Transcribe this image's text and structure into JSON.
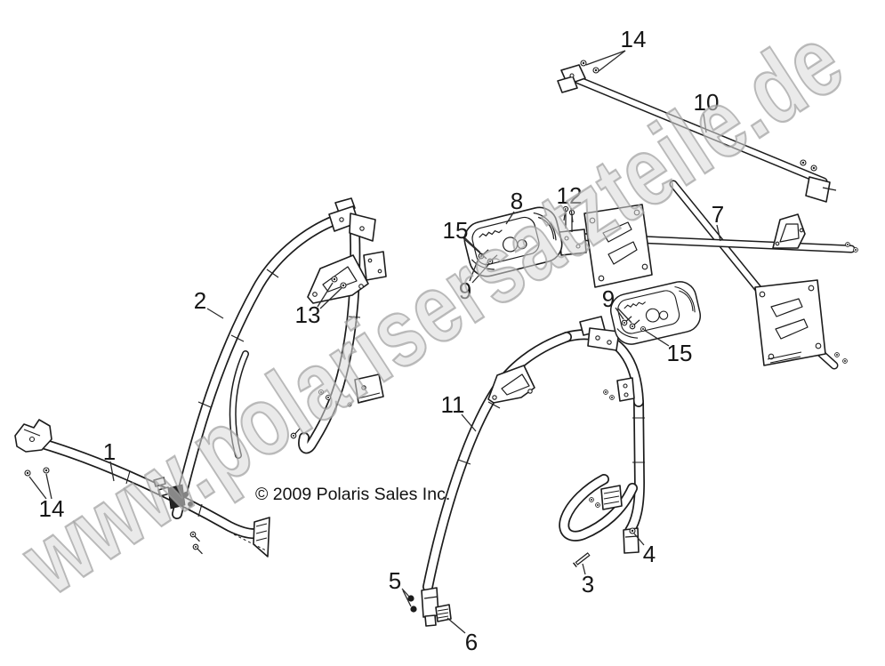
{
  "page": {
    "type": "exploded-parts-diagram",
    "background": "#ffffff"
  },
  "colors": {
    "line": "#1c1c1c",
    "label": "#161616",
    "watermark_fill": "#d9d9d9",
    "watermark_outline": "#a0a0a0"
  },
  "watermark": {
    "text": "www.polarisersatzteile.de"
  },
  "copyright": {
    "text": "© 2009 Polaris Sales Inc."
  },
  "callouts": [
    {
      "label": "14"
    },
    {
      "label": "10"
    },
    {
      "label": "7"
    },
    {
      "label": "12"
    },
    {
      "label": "8"
    },
    {
      "label": "15"
    },
    {
      "label": "9"
    },
    {
      "label": "9"
    },
    {
      "label": "15"
    },
    {
      "label": "2"
    },
    {
      "label": "13"
    },
    {
      "label": "11"
    },
    {
      "label": "1"
    },
    {
      "label": "14"
    },
    {
      "label": "5"
    },
    {
      "label": "6"
    },
    {
      "label": "3"
    },
    {
      "label": "4"
    }
  ]
}
